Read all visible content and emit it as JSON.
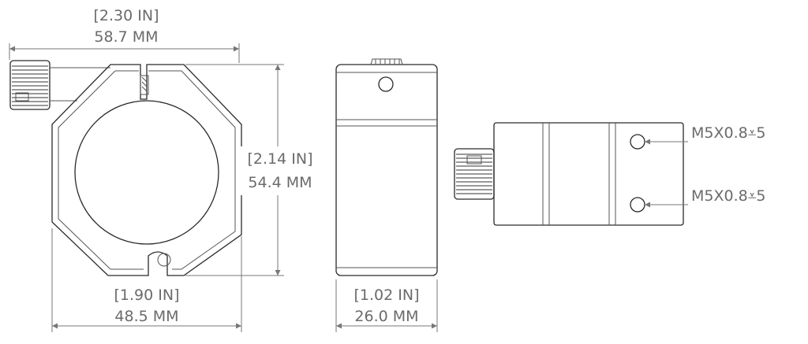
{
  "dimensions": {
    "overall_width": {
      "inches": "[2.30 IN]",
      "mm": "58.7 MM"
    },
    "height": {
      "inches": "[2.14 IN]",
      "mm": "54.4 MM"
    },
    "body_width": {
      "inches": "[1.90 IN]",
      "mm": "48.5 MM"
    },
    "depth": {
      "inches": "[1.02 IN]",
      "mm": "26.0 MM"
    }
  },
  "callouts": {
    "hole_1": "M5X0.8⩡5",
    "hole_2": "M5X0.8⩡5"
  },
  "colors": {
    "line": "#2a2a2a",
    "dimension_text": "#6b6b6b"
  }
}
